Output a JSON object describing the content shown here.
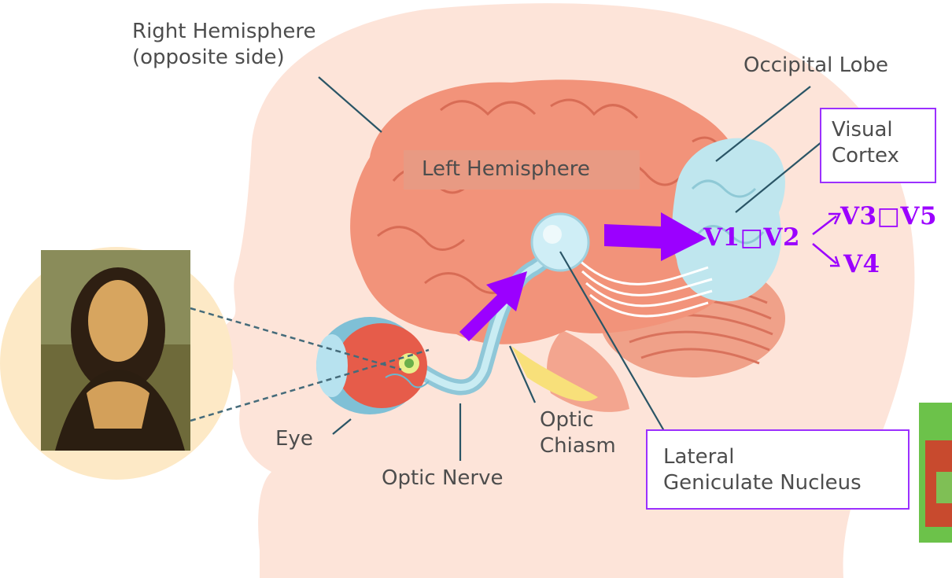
{
  "labels": {
    "right_hemisphere": "Right Hemisphere\n(opposite side)",
    "occipital_lobe": "Occipital Lobe",
    "visual_cortex": "Visual\nCortex",
    "left_hemisphere": "Left Hemisphere",
    "eye": "Eye",
    "optic_nerve": "Optic Nerve",
    "optic_chiasm": "Optic\nChiasm",
    "lgn": "Lateral\nGeniculate Nucleus"
  },
  "pathway": {
    "v1_v2": "V1□V2",
    "v3_v5": "V3□V5",
    "v4": "V4"
  },
  "colors": {
    "annotation": "#9b00ff",
    "brain": "#f29b80",
    "head": "#fde3d8",
    "cortex": "#bfe8ee"
  }
}
